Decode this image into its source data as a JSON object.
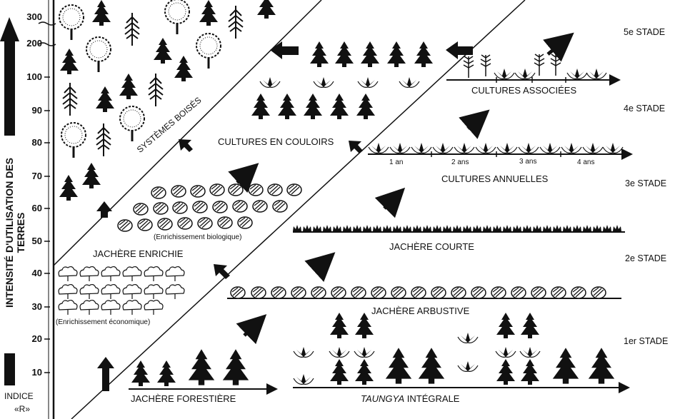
{
  "axis": {
    "title": "INTENSITÉ D'UTILISATION DES TERRES",
    "index_label_line1": "INDICE",
    "index_label_line2": "«R»",
    "ticks": [
      "300",
      "200",
      "100",
      "90",
      "80",
      "70",
      "60",
      "50",
      "40",
      "30",
      "20",
      "10"
    ]
  },
  "zones": {
    "systemes_boises": "SYSTÈMES BOISÉS",
    "cultures_en_couloirs": "CULTURES EN COULOIRS",
    "jachere_enrichie": "JACHÈRE ENRICHIE",
    "enrichissement_biologique": "(Enrichissement biologique)",
    "enrichissement_economique": "(Enrichissement économique)",
    "jachere_forestiere": "JACHÈRE FORESTIÈRE",
    "taungya": "TAUNGYA",
    "integrale": " INTÉGRALE",
    "jachere_arbustive": "JACHÈRE ARBUSTIVE",
    "jachere_courte": "JACHÈRE COURTE",
    "cultures_annuelles": "CULTURES ANNUELLES",
    "cultures_associees": "CULTURES ASSOCIÉES"
  },
  "years": [
    "1 an",
    "2 ans",
    "3 ans",
    "4 ans"
  ],
  "stades": [
    "5e STADE",
    "4e STADE",
    "3e STADE",
    "2e STADE",
    "1er STADE"
  ]
}
